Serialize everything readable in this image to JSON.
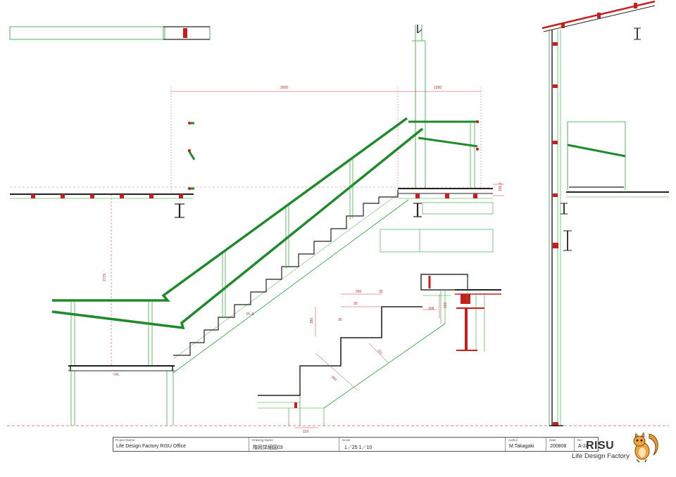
{
  "dimensions": {
    "run_length": "3500",
    "landing_length": "1280",
    "floor_to_floor": "2775",
    "landing_slab": "155.2",
    "tread": "250",
    "nosing": "30",
    "riser": "180",
    "beam_depth": "108",
    "beam_height": "183",
    "stringer_depth": "151",
    "slope_length": "300",
    "notch": "30",
    "base_width": "118",
    "plate_label": "PL-6",
    "floor_mark": "▽FL"
  },
  "title_block": {
    "project_label": "Project Name",
    "project_value": "Life Design Factory RISU Office",
    "drawing_label": "Drawing Name",
    "drawing_value": "階段詳細図03",
    "scale_label": "Scale",
    "scale_value": "1／25  1／10",
    "author_label": "Author",
    "author_value": "M.Takagaki",
    "date_label": "Date",
    "date_value": "200808",
    "no_label": "No.",
    "no_value": "A-24"
  },
  "brand": {
    "name": "RISU",
    "tagline": "Life Design Factory",
    "logo_icon": "squirrel-icon"
  },
  "colors": {
    "handrail": "#1e8a2a",
    "outline": "#2aa036",
    "steel": "#c81d1d",
    "dimension": "#c03a3a",
    "structure": "#222222"
  }
}
